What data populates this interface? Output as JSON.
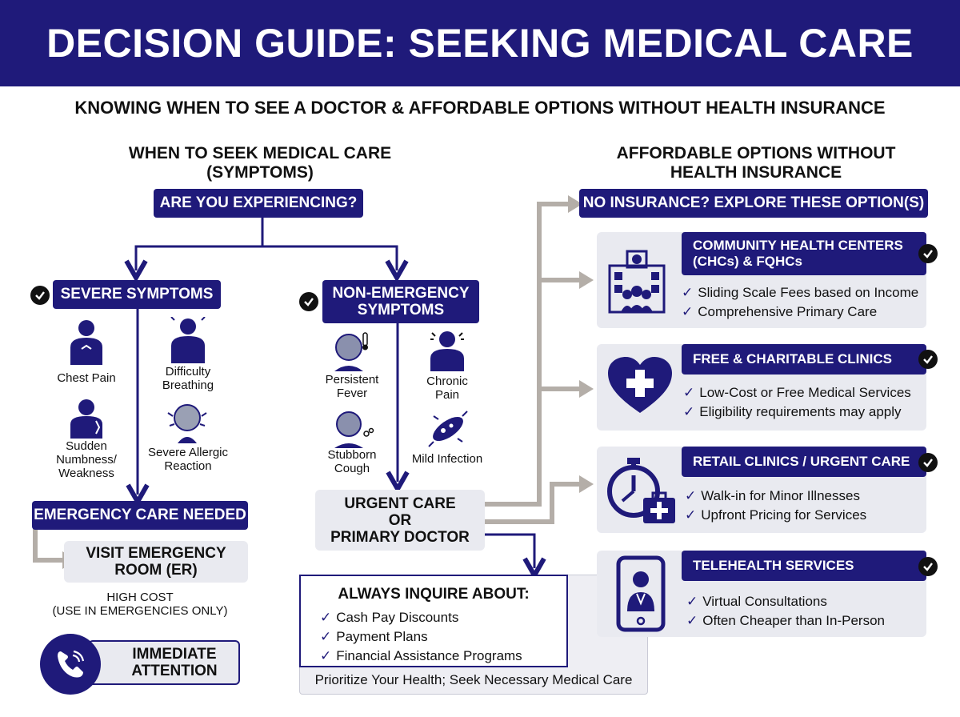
{
  "header": {
    "title": "DECISION GUIDE: SEEKING MEDICAL CARE"
  },
  "subtitle": "KNOWING WHEN TO SEE A DOCTOR & AFFORDABLE OPTIONS WITHOUT HEALTH INSURANCE",
  "left": {
    "heading_line1": "WHEN TO SEEK MEDICAL CARE",
    "heading_line2": "(SYMPTOMS)",
    "question": "ARE YOU EXPERIENCING?",
    "severe": {
      "label": "SEVERE SYMPTOMS",
      "items": [
        {
          "line1": "Chest Pain",
          "line2": "",
          "line3": ""
        },
        {
          "line1": "Difficulty",
          "line2": "Breathing",
          "line3": ""
        },
        {
          "line1": "Sudden",
          "line2": "Numbness/",
          "line3": "Weakness"
        },
        {
          "line1": "Severe Allergic",
          "line2": "Reaction",
          "line3": ""
        }
      ]
    },
    "non_emergency": {
      "label_line1": "NON-EMERGENCY",
      "label_line2": "SYMPTOMS",
      "items": [
        {
          "line1": "Persistent",
          "line2": "Fever"
        },
        {
          "line1": "Chronic",
          "line2": "Pain"
        },
        {
          "line1": "Stubborn",
          "line2": "Cough"
        },
        {
          "line1": "Mild Infection",
          "line2": ""
        }
      ]
    },
    "emergency_needed": "EMERGENCY CARE NEEDED",
    "er_line1": "VISIT EMERGENCY",
    "er_line2": "ROOM (ER)",
    "cost_line1": "HIGH COST",
    "cost_line2": "(USE IN EMERGENCIES ONLY)",
    "immediate_line1": "IMMEDIATE",
    "immediate_line2": "ATTENTION",
    "urgent_line1": "URGENT CARE",
    "urgent_line2": "OR",
    "urgent_line3": "PRIMARY DOCTOR",
    "inquire": {
      "title": "ALWAYS INQUIRE ABOUT:",
      "items": [
        "Cash Pay Discounts",
        "Payment Plans",
        "Financial Assistance Programs"
      ]
    },
    "footer": "Prioritize Your Health; Seek Necessary Medical Care"
  },
  "right": {
    "heading_line1": "AFFORDABLE OPTIONS WITHOUT",
    "heading_line2": "HEALTH INSURANCE",
    "no_insurance": "NO INSURANCE? EXPLORE THESE OPTION(S)",
    "options": [
      {
        "title_line1": "COMMUNITY HEALTH CENTERS",
        "title_line2": "(CHCs) & FQHCs",
        "bullets": [
          "Sliding Scale Fees based on Income",
          "Comprehensive Primary Care"
        ],
        "icon": "health-center-icon"
      },
      {
        "title_line1": "FREE & CHARITABLE CLINICS",
        "title_line2": "",
        "bullets": [
          "Low-Cost or Free Medical Services",
          "Eligibility requirements may apply"
        ],
        "icon": "heart-cross-icon"
      },
      {
        "title_line1": "RETAIL CLINICS / URGENT CARE",
        "title_line2": "",
        "bullets": [
          "Walk-in for Minor Illnesses",
          "Upfront Pricing for Services"
        ],
        "icon": "stopwatch-kit-icon"
      },
      {
        "title_line1": "TELEHEALTH SERVICES",
        "title_line2": "",
        "bullets": [
          "Virtual Consultations",
          "Often Cheaper than In-Person"
        ],
        "icon": "phone-doctor-icon"
      }
    ]
  },
  "colors": {
    "navy": "#1f1a7a",
    "grey_box": "#e9eaf0",
    "arrow_grey": "#b4aea8"
  }
}
